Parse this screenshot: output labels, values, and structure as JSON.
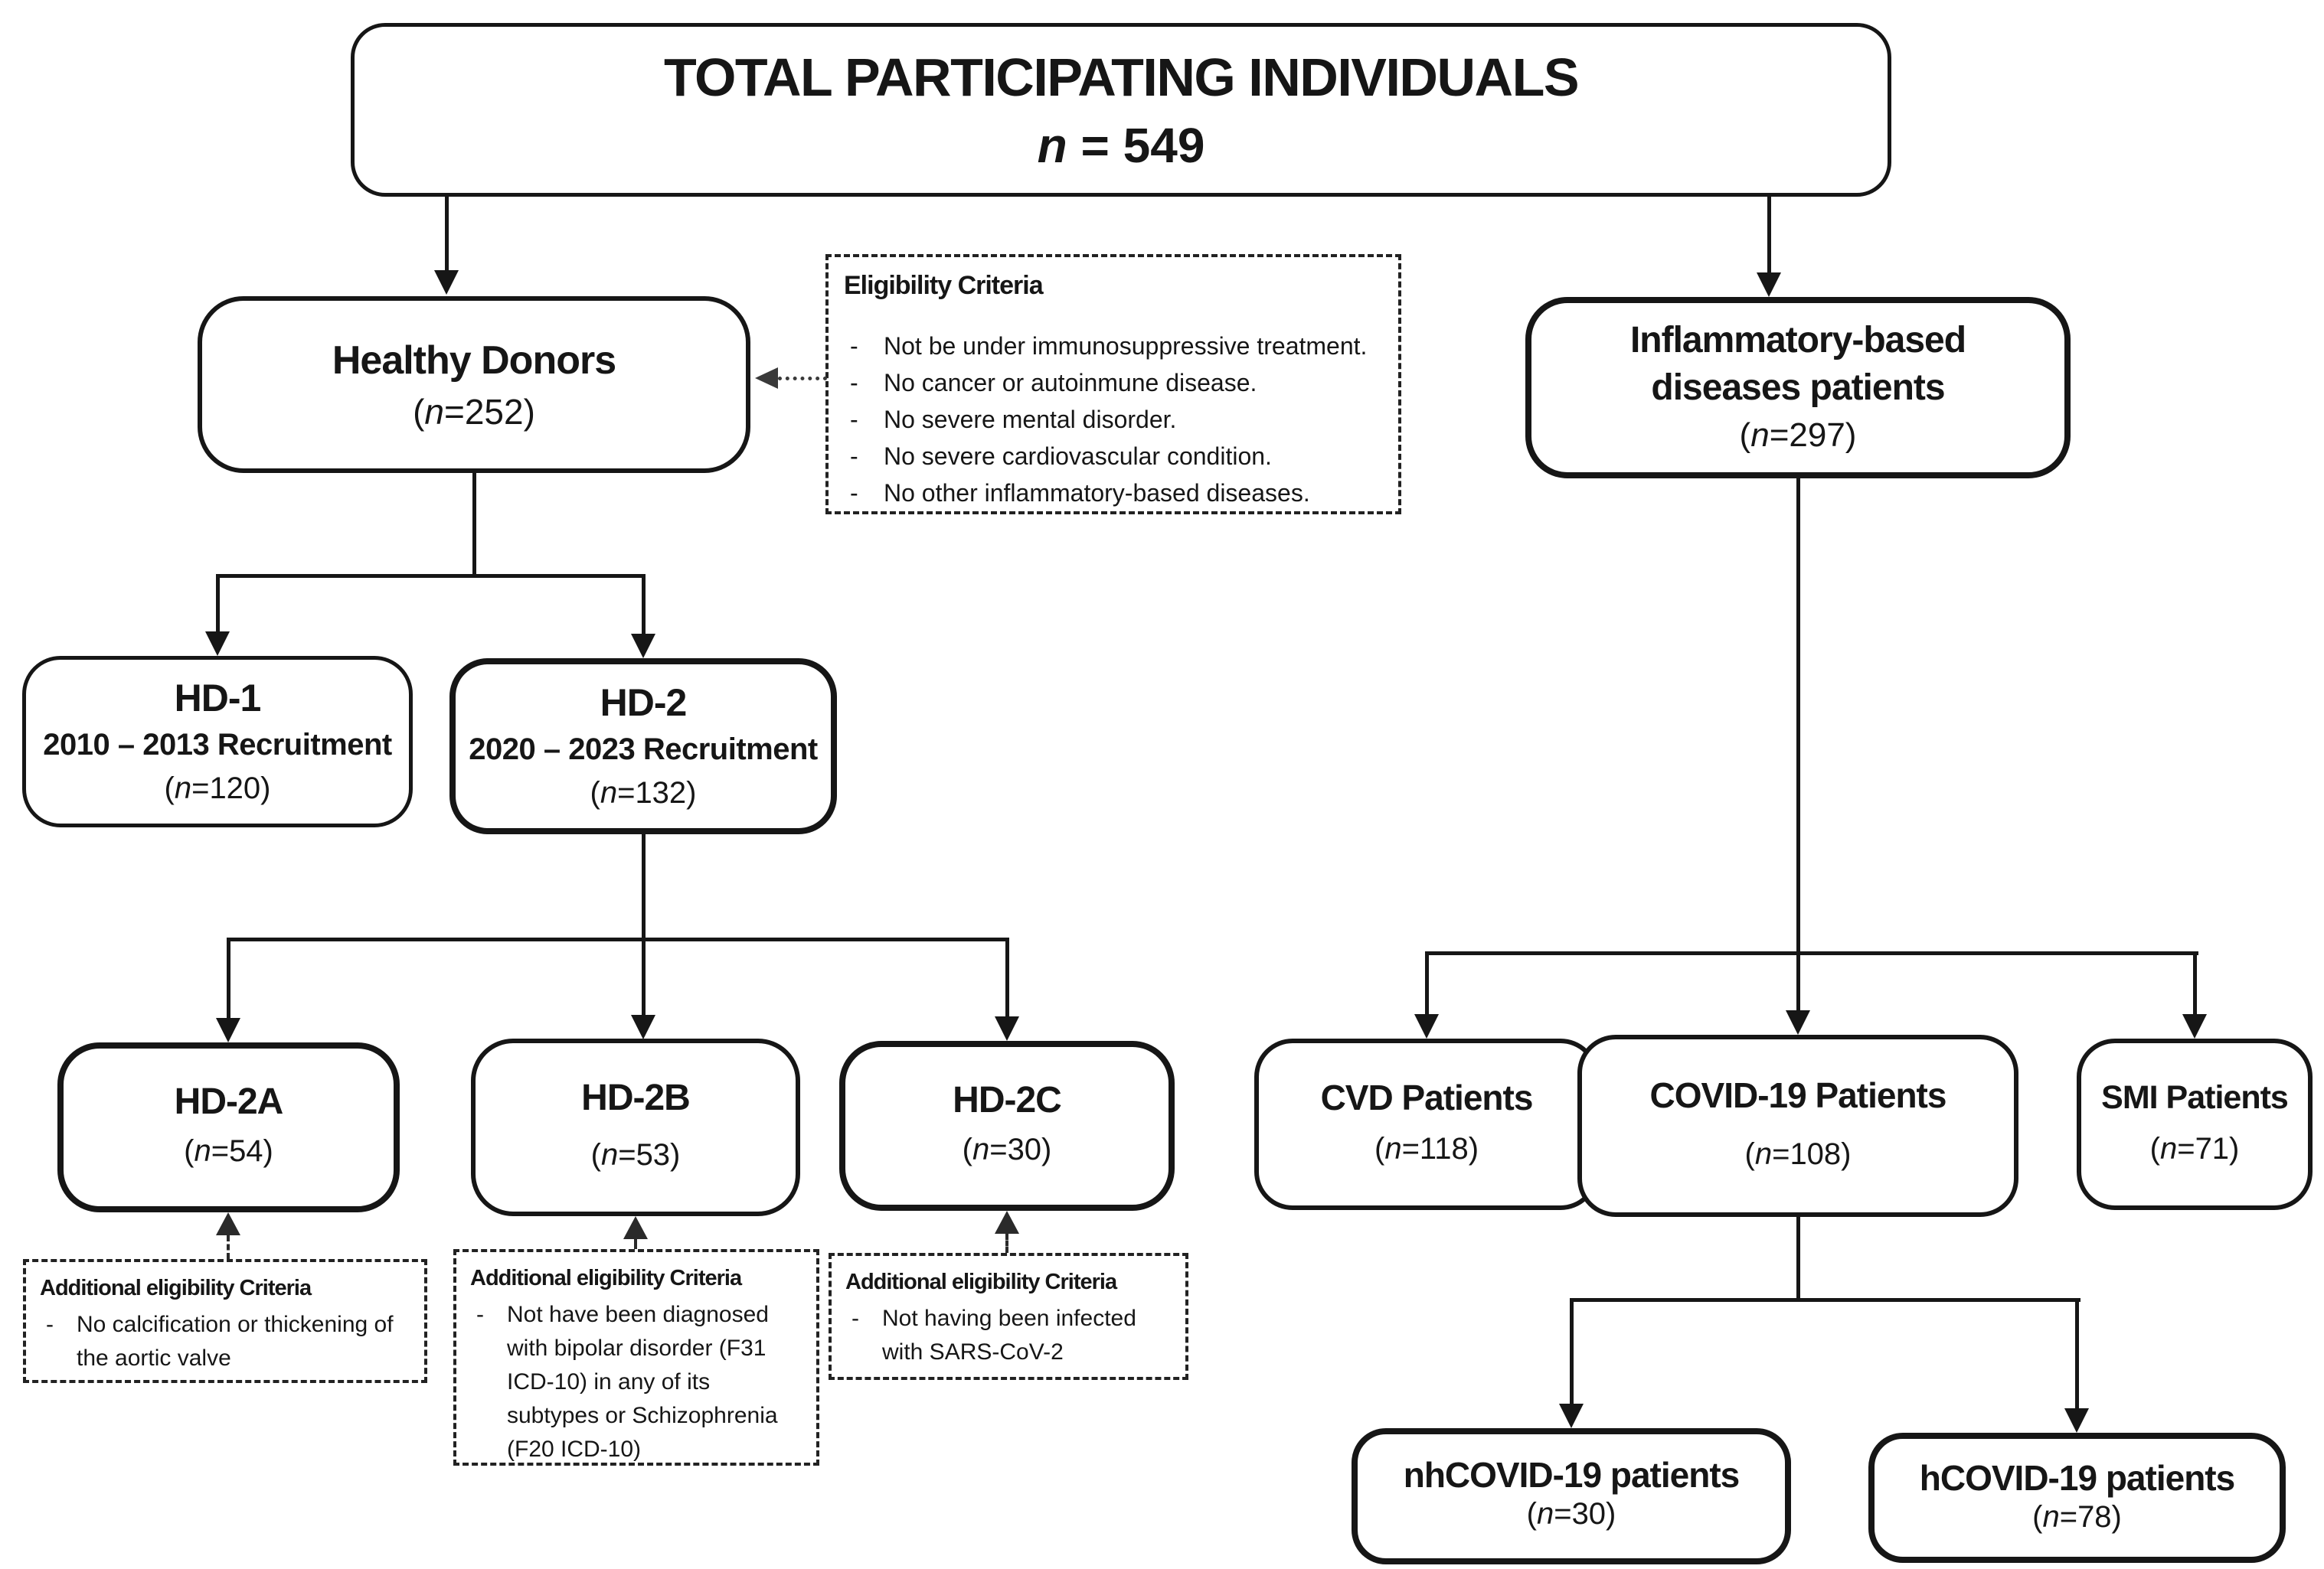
{
  "colors": {
    "ink": "#161616",
    "background": "#ffffff"
  },
  "nodes": {
    "total": {
      "title": "TOTAL PARTICIPATING INDIVIDUALS",
      "count_parts": [
        "n",
        " = 549"
      ]
    },
    "healthy": {
      "title": "Healthy Donors",
      "count_parts": [
        "(",
        "n",
        "=252)"
      ]
    },
    "inflammatory": {
      "title_line1": "Inflammatory-based",
      "title_line2": "diseases patients",
      "count_parts": [
        "(",
        "n",
        "=297)"
      ]
    },
    "hd1": {
      "title": "HD-1",
      "subtitle": "2010 – 2013 Recruitment",
      "count_parts": [
        "(",
        "n",
        "=120)"
      ]
    },
    "hd2": {
      "title": "HD-2",
      "subtitle": "2020 – 2023 Recruitment",
      "count_parts": [
        "(",
        "n",
        "=132)"
      ]
    },
    "hd2a": {
      "title": "HD-2A",
      "count_parts": [
        "(",
        "n",
        "=54)"
      ]
    },
    "hd2b": {
      "title": "HD-2B",
      "count_parts": [
        "(",
        "n",
        "=53)"
      ]
    },
    "hd2c": {
      "title": "HD-2C",
      "count_parts": [
        "(",
        "n",
        "=30)"
      ]
    },
    "cvd": {
      "title": "CVD Patients",
      "count_parts": [
        "(",
        "n",
        "=118)"
      ]
    },
    "covid": {
      "title": "COVID-19 Patients",
      "count_parts": [
        "(",
        "n",
        "=108)"
      ]
    },
    "smi": {
      "title": "SMI Patients",
      "count_parts": [
        "(",
        "n",
        "=71)"
      ]
    },
    "nhcovid": {
      "title": "nhCOVID-19 patients",
      "count_parts": [
        "(",
        "n",
        "=30)"
      ]
    },
    "hcovid": {
      "title": "hCOVID-19 patients",
      "count_parts": [
        "(",
        "n",
        "=78)"
      ]
    }
  },
  "eligibility": {
    "heading": "Eligibility Criteria",
    "bullet": "-",
    "items": [
      "Not be under immunosuppressive treatment.",
      "No cancer or autoinmune disease.",
      "No severe mental disorder.",
      "No severe cardiovascular condition.",
      "No other inflammatory-based diseases."
    ]
  },
  "additional_criteria": {
    "hd2a": {
      "heading": "Additional eligibility Criteria",
      "bullet": "-",
      "items": [
        "No calcification or thickening of the aortic valve"
      ]
    },
    "hd2b": {
      "heading": "Additional eligibility Criteria",
      "bullet": "-",
      "items": [
        "Not have been diagnosed with bipolar disorder (F31 ICD-10) in any of its subtypes or Schizophrenia (F20 ICD-10)"
      ]
    },
    "hd2c": {
      "heading": "Additional eligibility Criteria",
      "bullet": "-",
      "items": [
        "Not having been infected with SARS-CoV-2"
      ]
    }
  }
}
